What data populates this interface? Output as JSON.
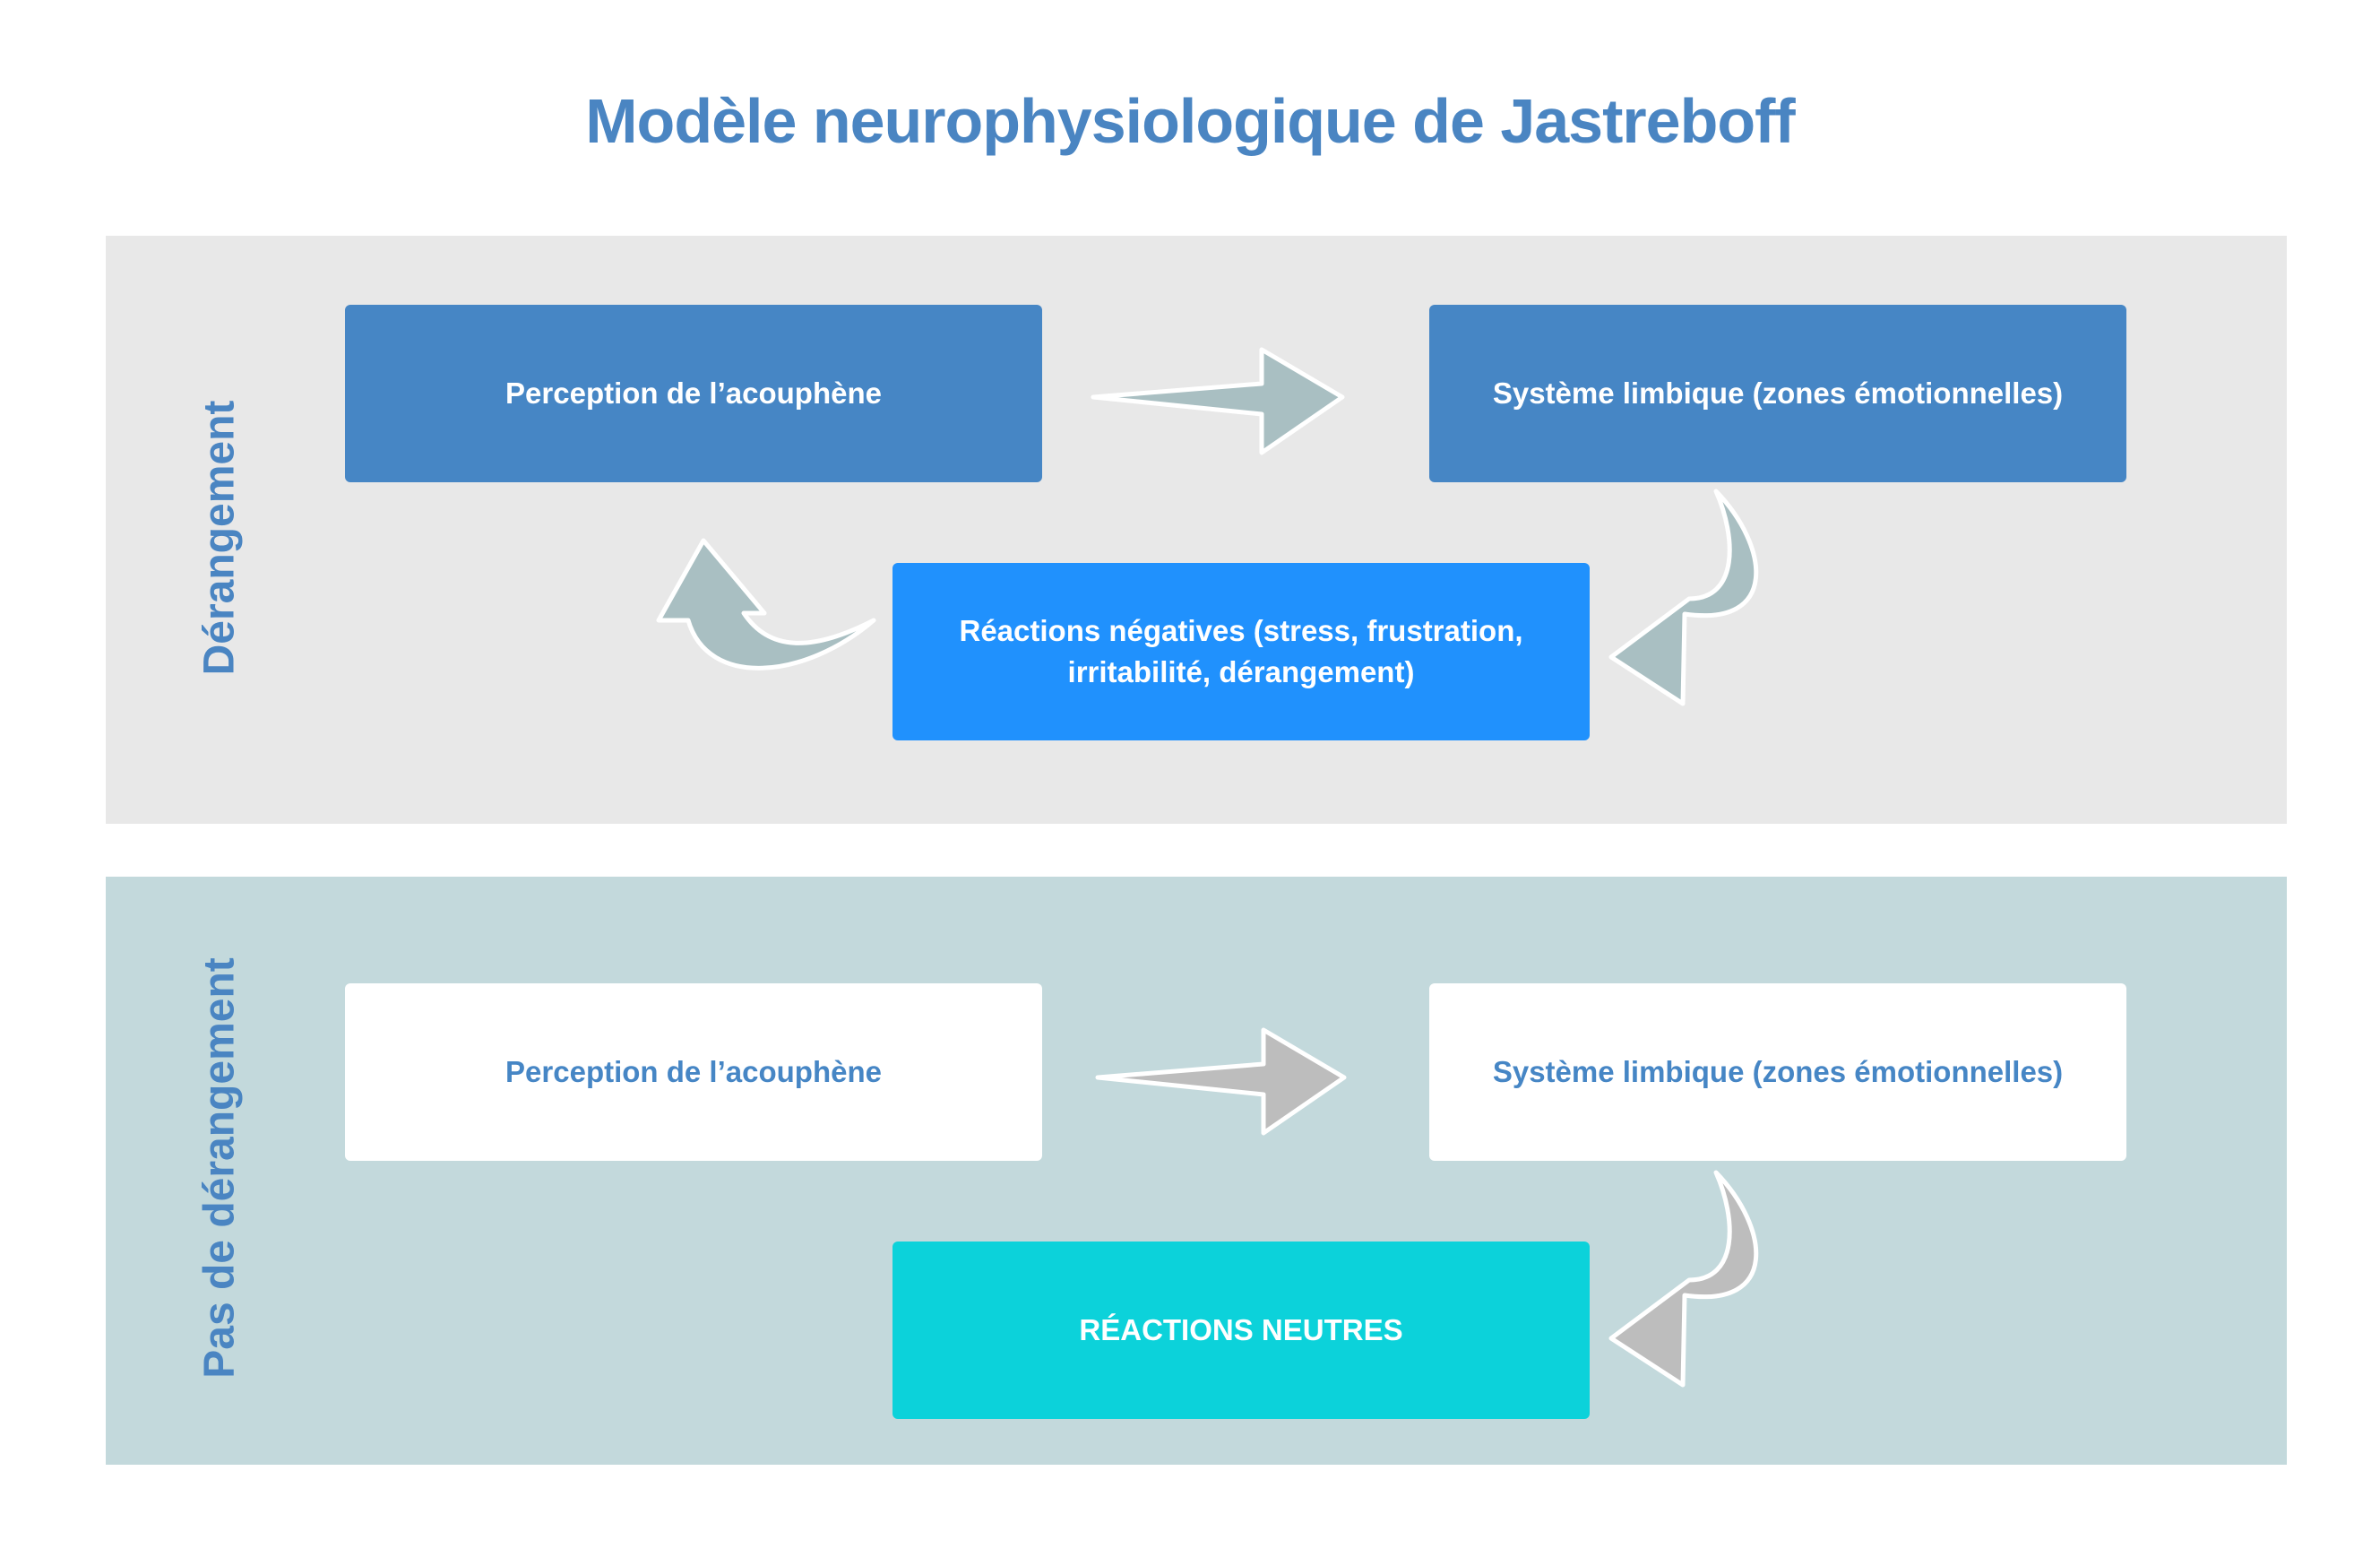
{
  "title": "Modèle neurophysiologique de Jastreboff",
  "sections": {
    "top": {
      "label": "Dérangement",
      "perception": "Perception de l’acouphène",
      "limbique": "Système limbique (zones émotionnelles)",
      "reactions_line1": "Réactions négatives (stress, frustration,",
      "reactions_line2": "irritabilité, dérangement)"
    },
    "bottom": {
      "label": "Pas de dérangement",
      "perception": "Perception de l’acouphène",
      "limbique": "Système limbique (zones émotionnelles)",
      "reactions": "RÉACTIONS NEUTRES"
    }
  },
  "colors": {
    "title": "#4a85c2",
    "top_background": "#e8e8e8",
    "bottom_background": "#c3d9dc",
    "box_blue": "#4686c5",
    "box_bright_blue": "#2091fd",
    "box_cyan": "#0cd2da",
    "arrow_top": "#a9bfc2",
    "arrow_bottom": "#bdbdbd"
  }
}
